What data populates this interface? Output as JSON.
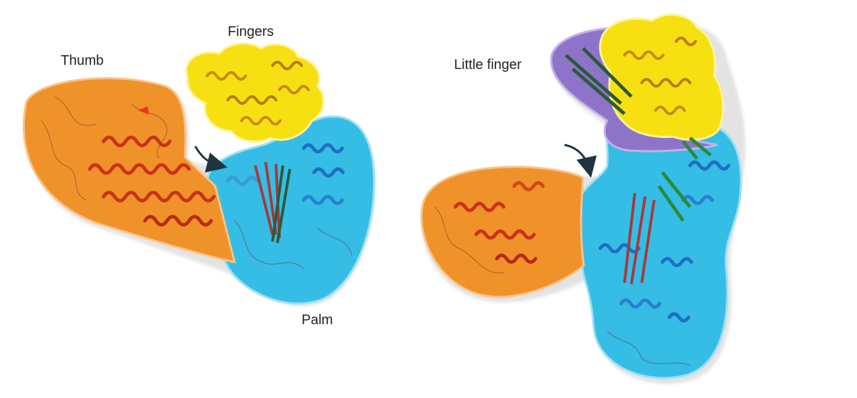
{
  "labels": {
    "thumb": "Thumb",
    "fingers": "Fingers",
    "palm": "Palm",
    "little_finger": "Little finger"
  },
  "colors": {
    "thumb": "#f0922a",
    "fingers": "#f6e012",
    "palm": "#35bde6",
    "little_finger": "#8e74c9",
    "helix_red": "#c8321a",
    "helix_blue": "#1e6fc2",
    "strand_dark": "#2b5a3a"
  },
  "icons": [
    "arrow-curved-icon"
  ]
}
